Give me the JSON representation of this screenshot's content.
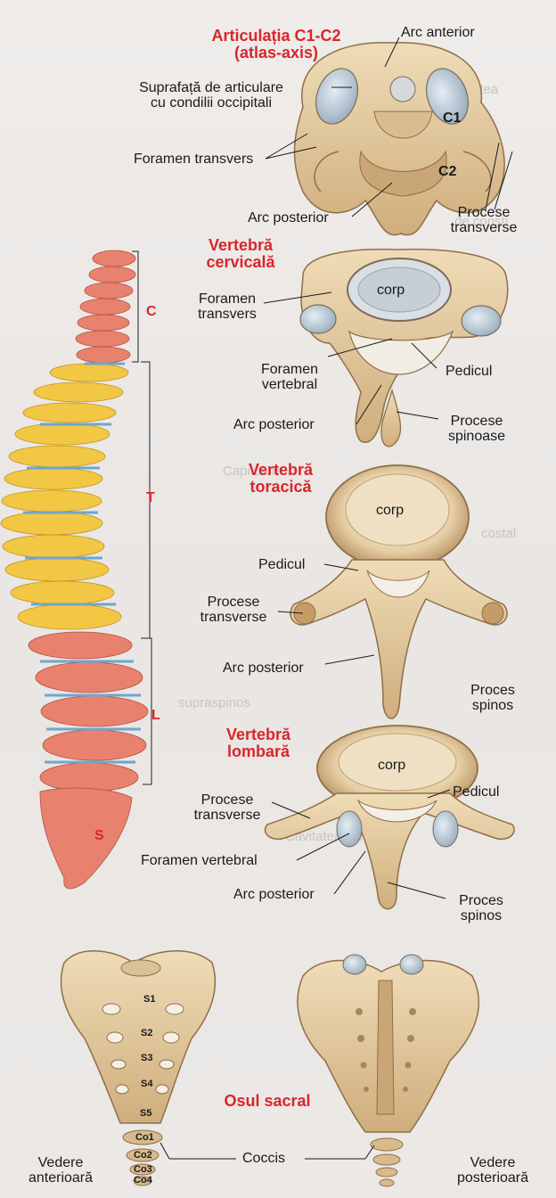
{
  "titles": {
    "c1c2_line1": "Articulația C1-C2",
    "c1c2_line2": "(atlas-axis)",
    "cervical_line1": "Vertebră",
    "cervical_line2": "cervicală",
    "thoracic_line1": "Vertebră",
    "thoracic_line2": "toracică",
    "lumbar_line1": "Vertebră",
    "lumbar_line2": "lombară",
    "sacrum": "Osul sacral"
  },
  "atlas_axis": {
    "arc_anterior": "Arc anterior",
    "articular_surface_1": "Suprafață de articulare",
    "articular_surface_2": "cu condilii occipitali",
    "c1": "C1",
    "c2": "C2",
    "foramen_transvers": "Foramen transvers",
    "arc_posterior": "Arc posterior",
    "processes_1": "Procese",
    "processes_2": "transverse"
  },
  "cervical": {
    "corp": "corp",
    "foramen_transvers_1": "Foramen",
    "foramen_transvers_2": "transvers",
    "foramen_vertebral_1": "Foramen",
    "foramen_vertebral_2": "vertebral",
    "pedicul": "Pedicul",
    "arc_posterior": "Arc posterior",
    "spinous_1": "Procese",
    "spinous_2": "spinoase"
  },
  "thoracic": {
    "corp": "corp",
    "pedicul": "Pedicul",
    "transverse_1": "Procese",
    "transverse_2": "transverse",
    "arc_posterior": "Arc posterior",
    "spinous_1": "Proces",
    "spinous_2": "spinos"
  },
  "lumbar": {
    "corp": "corp",
    "pedicul": "Pedicul",
    "transverse_1": "Procese",
    "transverse_2": "transverse",
    "foramen_vertebral": "Foramen vertebral",
    "arc_posterior": "Arc posterior",
    "spinous_1": "Proces",
    "spinous_2": "spinos"
  },
  "spine": {
    "c": "C",
    "t": "T",
    "l": "L",
    "s": "S"
  },
  "sacrum": {
    "s1": "S1",
    "s2": "S2",
    "s3": "S3",
    "s4": "S4",
    "s5": "S5",
    "co1": "Co1",
    "co2": "Co2",
    "co3": "Co3",
    "co4": "Co4",
    "coccis": "Coccis",
    "anterior_1": "Vedere",
    "anterior_2": "anterioară",
    "posterior_1": "Vedere",
    "posterior_2": "posterioară"
  },
  "colors": {
    "title_red": "#d8262b",
    "bone": "#e3cba2",
    "bone_shadow": "#a8875d",
    "cervical_red": "#e8826f",
    "thoracic_yellow": "#f2c744",
    "disc_blue": "#9fc7e0"
  }
}
